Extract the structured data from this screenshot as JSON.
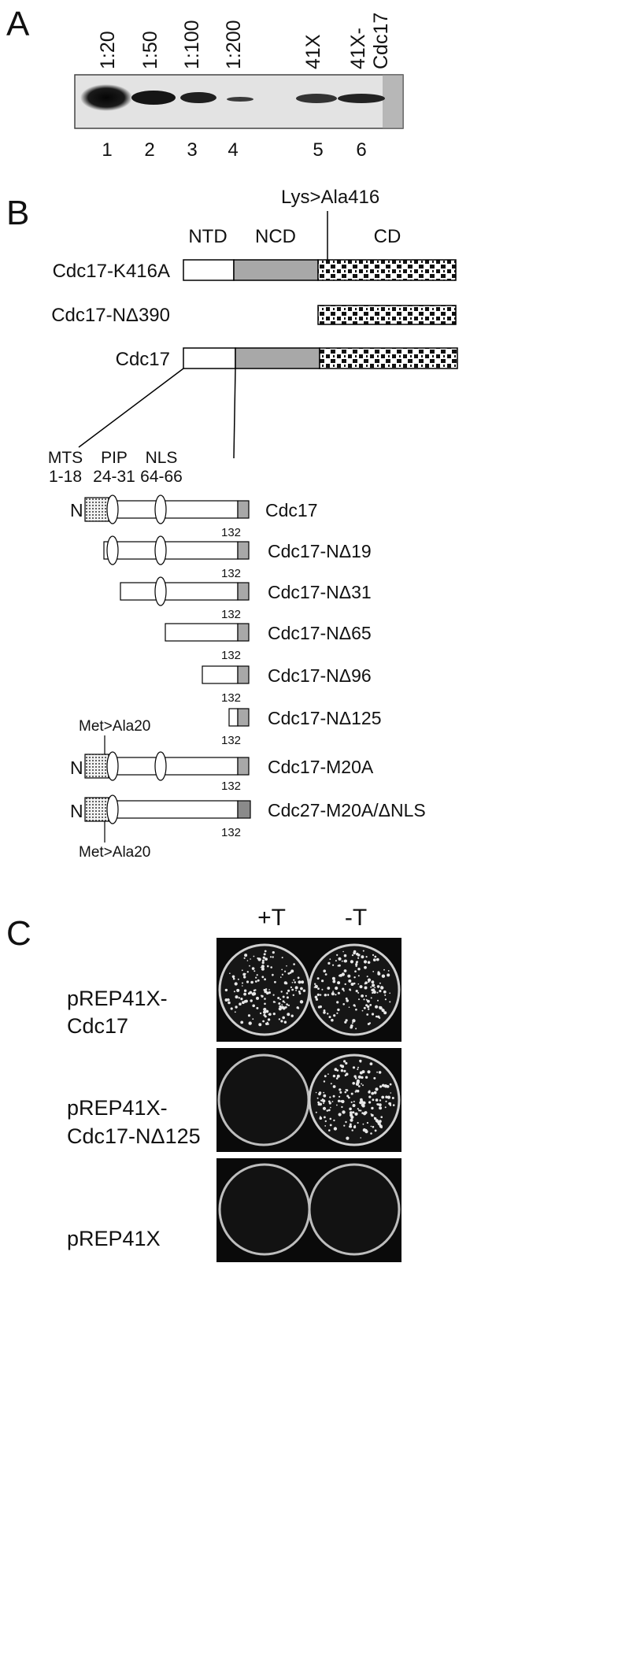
{
  "panel_a": {
    "letter": "A",
    "lane_headers": [
      "1:20",
      "1:50",
      "1:100",
      "1:200",
      "41X",
      "41X-",
      "Cdc17"
    ],
    "lane_numbers": [
      "1",
      "2",
      "3",
      "4",
      "5",
      "6"
    ]
  },
  "panel_b": {
    "letter": "B",
    "mutation_label": "Lys>Ala416",
    "domain_labels": {
      "ntd": "NTD",
      "ncd": "NCD",
      "cd": "CD"
    },
    "constructs": [
      "Cdc17-K416A",
      "Cdc17-NΔ390",
      "Cdc17"
    ],
    "motifs": [
      {
        "name": "MTS",
        "range": "1-18"
      },
      {
        "name": "PIP",
        "range": "24-31"
      },
      {
        "name": "NLS",
        "range": "64-66"
      }
    ],
    "n_terminus": "N",
    "end_residue": "132",
    "truncations": [
      "Cdc17",
      "Cdc17-NΔ19",
      "Cdc17-NΔ31",
      "Cdc17-NΔ65",
      "Cdc17-NΔ96",
      "Cdc17-NΔ125",
      "Cdc17-M20A",
      "Cdc27-M20A/ΔNLS"
    ],
    "met_mutation": "Met>Ala20"
  },
  "panel_c": {
    "letter": "C",
    "conditions": [
      "+T",
      "-T"
    ],
    "rows": [
      {
        "line1": "pREP41X-",
        "line2": "Cdc17",
        "growth": [
          "colonies",
          "colonies"
        ]
      },
      {
        "line1": "pREP41X-",
        "line2": "Cdc17-NΔ125",
        "growth": [
          "none",
          "colonies"
        ]
      },
      {
        "line1": "pREP41X",
        "line2": "",
        "growth": [
          "none",
          "none"
        ]
      }
    ]
  }
}
